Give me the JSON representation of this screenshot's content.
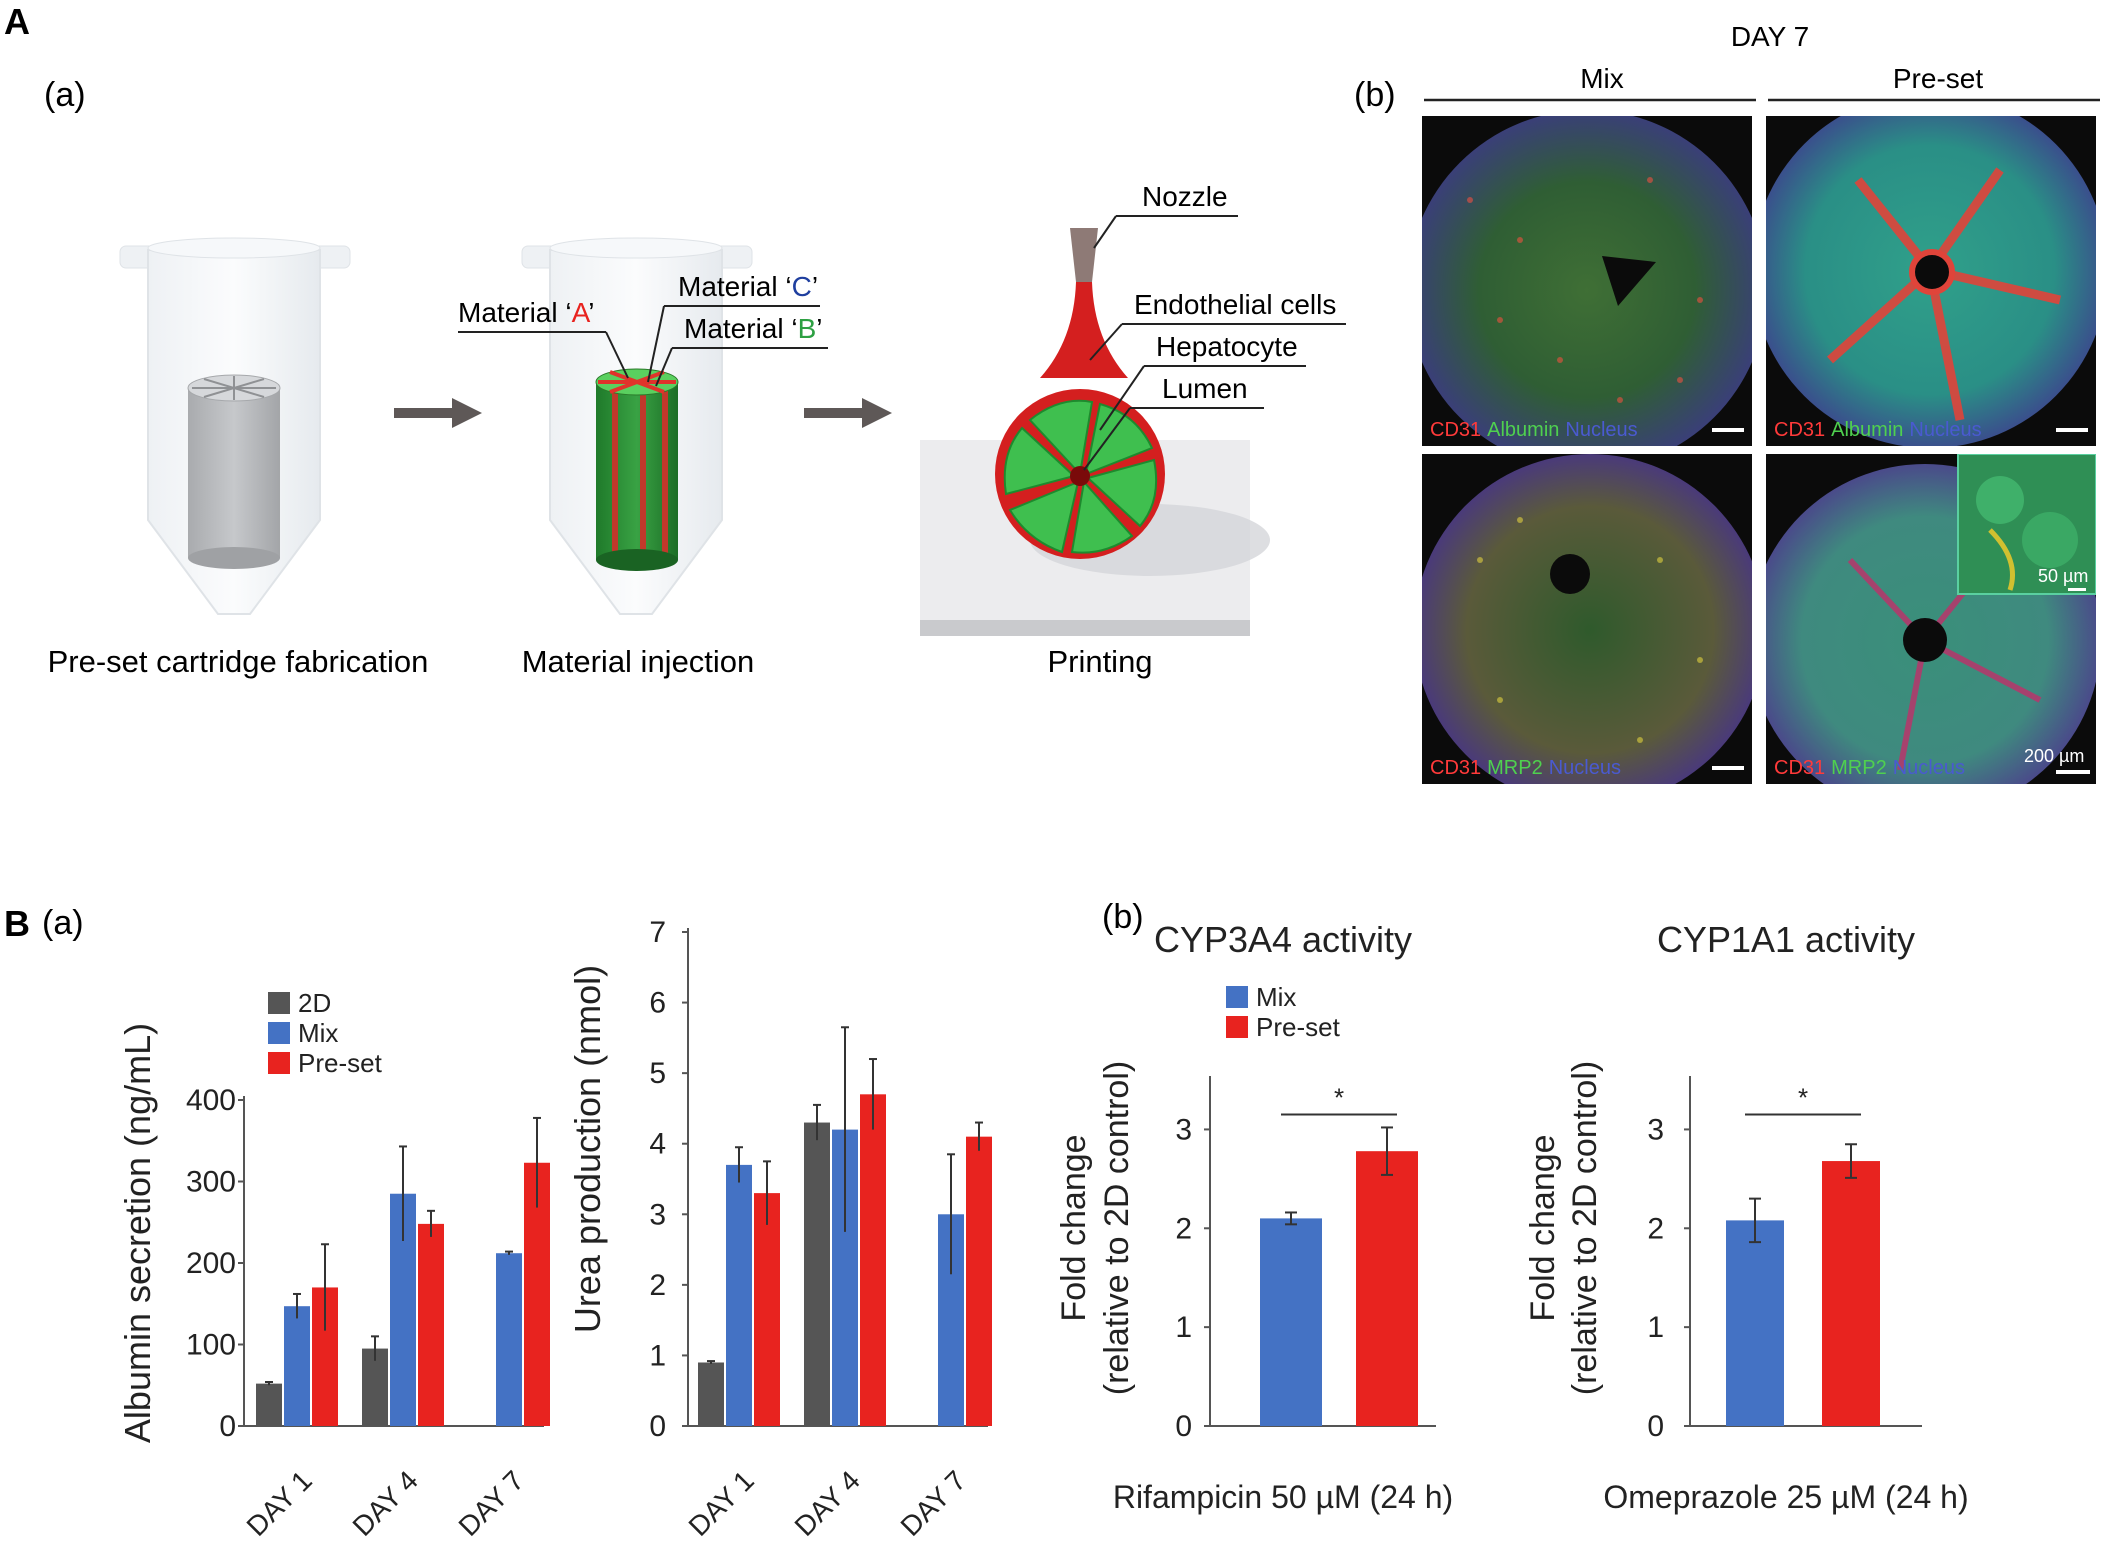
{
  "panel_A": {
    "letter": "A",
    "sub_a": {
      "label": "(a)",
      "step1_caption": "Pre-set cartridge fabrication",
      "step2_caption": "Material injection",
      "step3_caption": "Printing",
      "material_a": {
        "prefix": "Material ‘",
        "letter": "A",
        "suffix": "’",
        "color": "#e8231f"
      },
      "material_b": {
        "prefix": "Material ‘",
        "letter": "B",
        "suffix": "’",
        "color": "#2ea043"
      },
      "material_c": {
        "prefix": "Material ‘",
        "letter": "C",
        "suffix": "’",
        "color": "#1f3f9f"
      },
      "nozzle": "Nozzle",
      "endothelial": "Endothelial cells",
      "hepatocyte": "Hepatocyte",
      "lumen": "Lumen"
    },
    "sub_b": {
      "label": "(b)",
      "day_label": "DAY 7",
      "col_mix": "Mix",
      "col_preset": "Pre-set",
      "stain_top_mix": [
        "CD31",
        "Albumin",
        "Nucleus"
      ],
      "stain_top_preset": [
        "CD31",
        "Albumin",
        "Nucleus"
      ],
      "stain_bottom_mix": [
        "CD31",
        "MRP2",
        "Nucleus"
      ],
      "stain_bottom_preset": [
        "CD31",
        "MRP2",
        "Nucleus"
      ],
      "scale_inset": "50 µm",
      "scale_main": "200 µm"
    }
  },
  "panel_B": {
    "letter": "B",
    "sub_a_label": "(a)",
    "sub_b_label": "(b)"
  },
  "colors": {
    "2D": "#555555",
    "Mix": "#4472c4",
    "Pre-set": "#e8231f",
    "red_tissue": "#d41f1f",
    "green_tissue": "#3fbf4f"
  },
  "chart_data": [
    {
      "type": "bar",
      "ylabel": "Albumin secretion (ng/mL)",
      "categories": [
        "DAY 1",
        "DAY 4",
        "DAY 7"
      ],
      "ylim": [
        0,
        400
      ],
      "yticks": [
        "0",
        "100",
        "200",
        "300",
        "400"
      ],
      "legend": [
        "2D",
        "Mix",
        "Pre-set"
      ],
      "series": [
        {
          "name": "2D",
          "values": [
            52,
            95,
            0
          ],
          "errors": [
            2,
            15,
            0
          ]
        },
        {
          "name": "Mix",
          "values": [
            147,
            285,
            212
          ],
          "errors": [
            15,
            58,
            2
          ]
        },
        {
          "name": "Pre-set",
          "values": [
            170,
            248,
            323
          ],
          "errors": [
            53,
            16,
            55
          ]
        }
      ]
    },
    {
      "type": "bar",
      "ylabel": "Urea production (nmol)",
      "categories": [
        "DAY 1",
        "DAY 4",
        "DAY 7"
      ],
      "ylim": [
        0,
        7
      ],
      "yticks": [
        "0",
        "1",
        "2",
        "3",
        "4",
        "5",
        "6",
        "7"
      ],
      "series": [
        {
          "name": "2D",
          "values": [
            0.9,
            4.3,
            0
          ],
          "errors": [
            0.02,
            0.25,
            0
          ]
        },
        {
          "name": "Mix",
          "values": [
            3.7,
            4.2,
            3.0
          ],
          "errors": [
            0.25,
            1.45,
            0.85
          ]
        },
        {
          "name": "Pre-set",
          "values": [
            3.3,
            4.7,
            4.1
          ],
          "errors": [
            0.45,
            0.5,
            0.2
          ]
        }
      ]
    },
    {
      "type": "bar",
      "title": "CYP3A4 activity",
      "xlabel": "Rifampicin 50 µM (24 h)",
      "ylabel_line1": "Fold change",
      "ylabel_line2": "(relative to 2D control)",
      "ylim": [
        0,
        3.5
      ],
      "yticks": [
        "0",
        "1",
        "2",
        "3"
      ],
      "legend": [
        "Mix",
        "Pre-set"
      ],
      "significance": "*",
      "series": [
        {
          "name": "Mix",
          "values": [
            2.1
          ],
          "errors": [
            0.06
          ]
        },
        {
          "name": "Pre-set",
          "values": [
            2.78
          ],
          "errors": [
            0.24
          ]
        }
      ]
    },
    {
      "type": "bar",
      "title": "CYP1A1 activity",
      "xlabel": "Omeprazole 25 µM (24 h)",
      "ylabel_line1": "Fold change",
      "ylabel_line2": "(relative to 2D control)",
      "ylim": [
        0,
        3.5
      ],
      "yticks": [
        "0",
        "1",
        "2",
        "3"
      ],
      "significance": "*",
      "series": [
        {
          "name": "Mix",
          "values": [
            2.08
          ],
          "errors": [
            0.22
          ]
        },
        {
          "name": "Pre-set",
          "values": [
            2.68
          ],
          "errors": [
            0.17
          ]
        }
      ]
    }
  ]
}
